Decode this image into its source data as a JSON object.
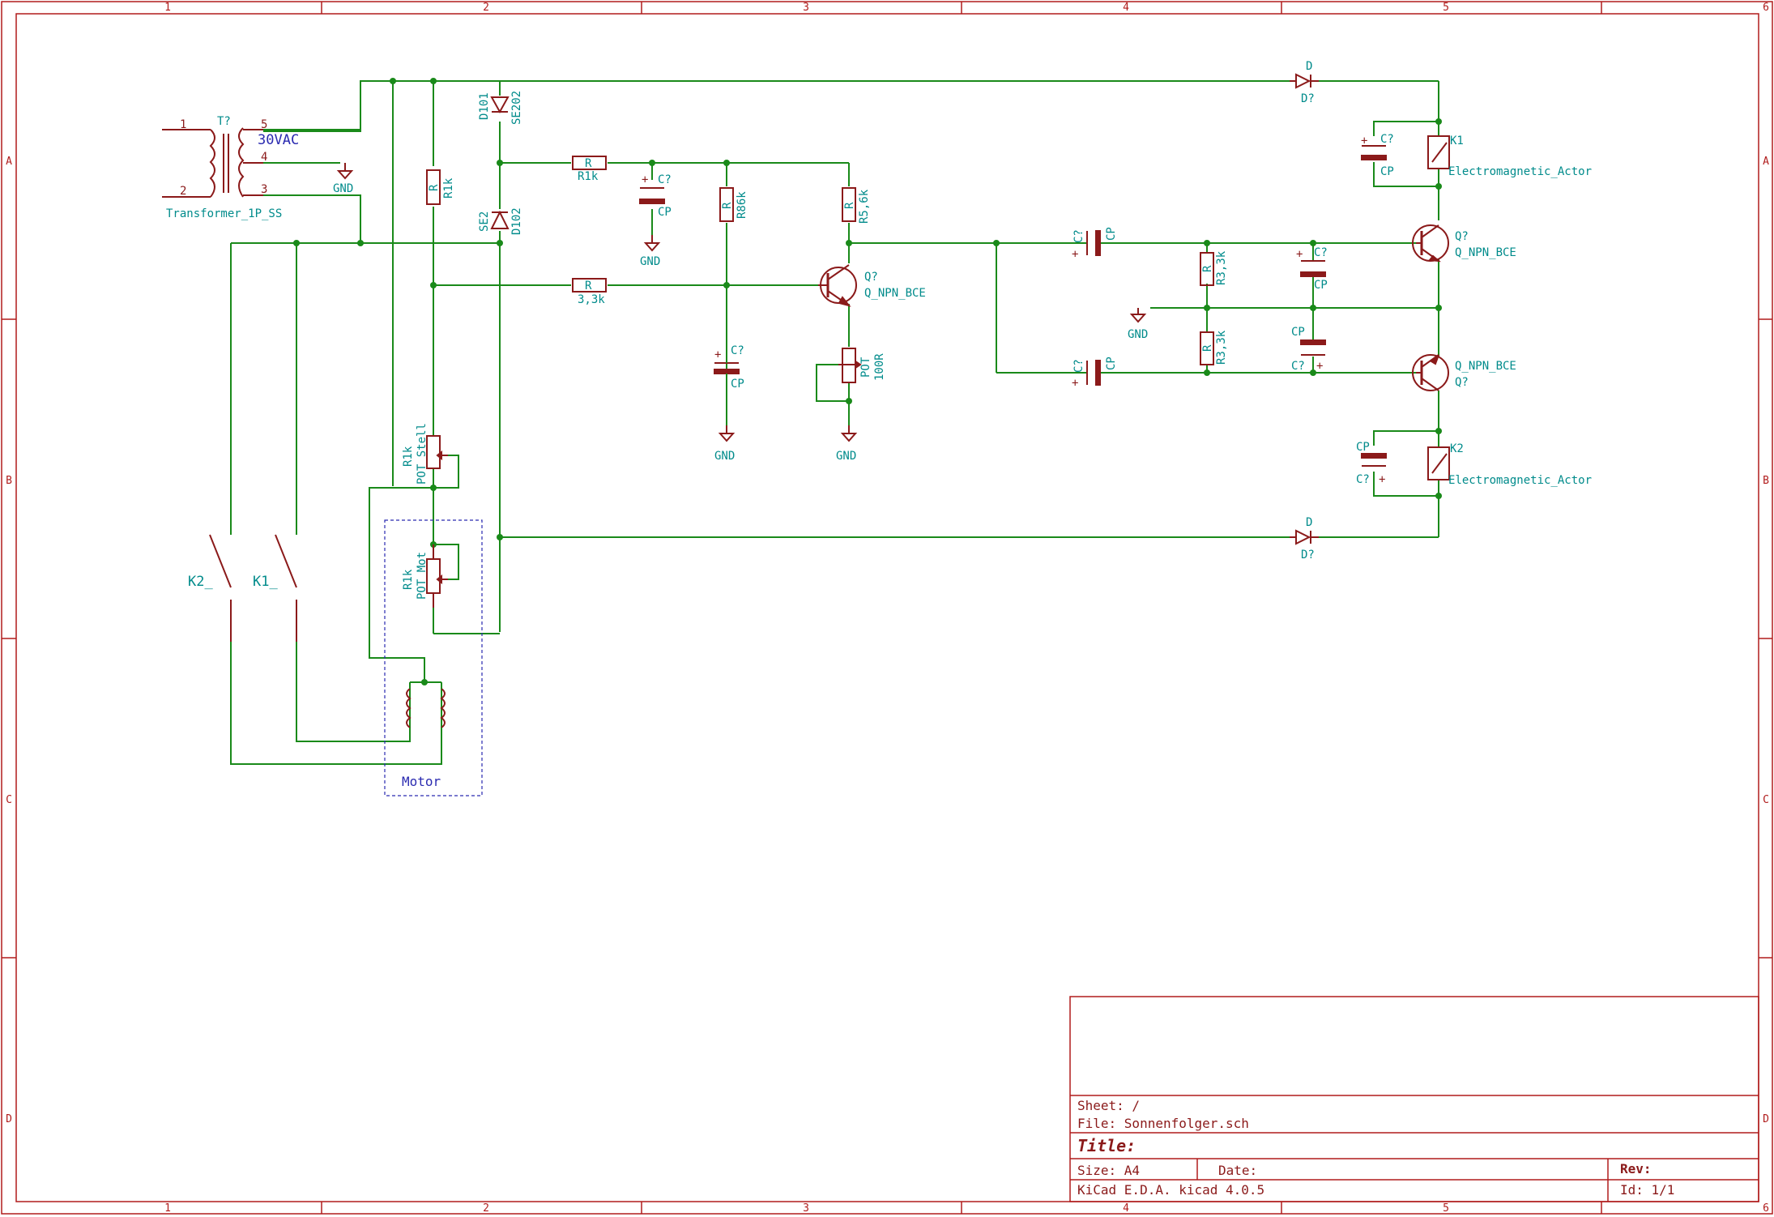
{
  "frame": {
    "col_labels": [
      "1",
      "2",
      "3",
      "4",
      "5",
      "6"
    ],
    "row_labels": [
      "A",
      "B",
      "C",
      "D"
    ]
  },
  "title_block": {
    "sheet": "Sheet: /",
    "file": "File: Sonnenfolger.sch",
    "title": "Title:",
    "size": "Size: A4",
    "date": "Date:",
    "rev": "Rev:",
    "tool": "KiCad E.D.A.  kicad 4.0.5",
    "id": "Id: 1/1"
  },
  "labels": {
    "transformer_ref": "T?",
    "transformer_value": "30VAC",
    "transformer_name": "Transformer_1P_SS",
    "pin1": "1",
    "pin2": "2",
    "pin3": "3",
    "pin4": "4",
    "pin5": "5",
    "gnd": "GND",
    "d101_ref": "D101",
    "d101_val": "SE202",
    "d102_ref": "D102",
    "d102_val": "SE2",
    "r": "R",
    "r1k": "R1k",
    "r1k_v": "R1k",
    "r86k": "R86k",
    "r56k": "R5,6k",
    "r33k": "3,3k",
    "r33k_v": "R3,3k",
    "cap_ref": "C?",
    "cap_val": "CP",
    "plus": "+",
    "q_ref": "Q?",
    "q_val": "Q_NPN_BCE",
    "pot": "POT",
    "pot_100r": "100R",
    "pot_stell_val": "R1k",
    "pot_stell": "POT Stell",
    "pot_mot": "POT Mot",
    "motor": "Motor",
    "diode": "D",
    "diode_ref": "D?",
    "k1": "K1",
    "k2": "K2",
    "relay": "Electromagnetic_Actor",
    "k1_switch": "K1_",
    "k2_switch": "K2_"
  },
  "colors": {
    "frame": "#b01c1c",
    "wire": "#1a8a1a",
    "component": "#8b1a1a",
    "text": "#008b8b",
    "label_blue": "#2a2ab0",
    "junction": "#1a8a1a"
  }
}
